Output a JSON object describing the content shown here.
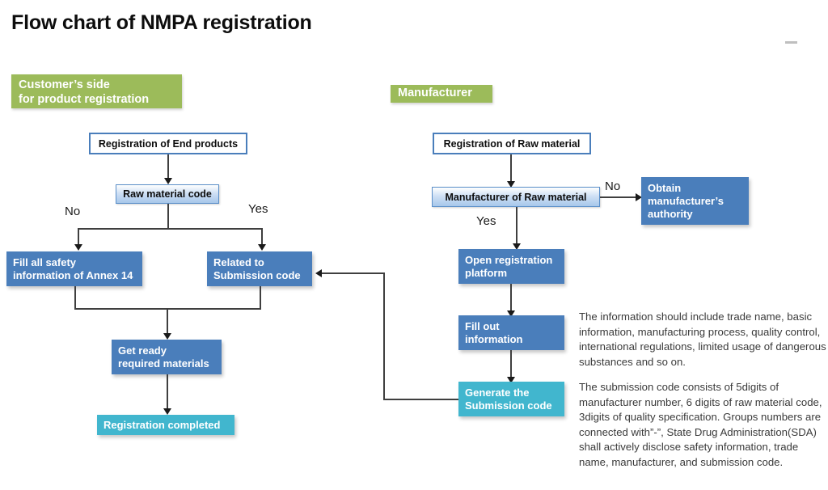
{
  "title": "Flow chart of NMPA registration",
  "colors": {
    "lane_green": "#9CBB5A",
    "node_blue": "#4A7EBB",
    "node_teal": "#41B6CE",
    "node_lightblue": "#A7C7EA",
    "outline_border": "#4A7EBB",
    "connector": "#3F3F3F"
  },
  "lanes": {
    "customer": "Customer’s side\nfor product registration",
    "manufacturer": "Manufacturer"
  },
  "left_flow": {
    "start": "Registration of End products",
    "decision": "Raw material code",
    "branch_no_label": "No",
    "branch_yes_label": "Yes",
    "no_branch": "Fill all safety\ninformation of Annex 14",
    "yes_branch": "Related to\nSubmission code",
    "merge": "Get ready\nrequired materials",
    "end": "Registration completed"
  },
  "right_flow": {
    "start": "Registration of Raw material",
    "decision": "Manufacturer of Raw material",
    "branch_no_label": "No",
    "branch_yes_label": "Yes",
    "no_branch": "Obtain\nmanufacturer’s\nauthority",
    "step_1": "Open registration\nplatform",
    "step_2": "Fill out\ninformation",
    "step_3": "Generate the\nSubmission code"
  },
  "notes": {
    "note_1": "The information should include trade name, basic information, manufacturing process, quality control, international regulations, limited usage of dangerous substances and so on.",
    "note_2": "The submission code consists of 5digits of manufacturer number, 6 digits of raw material code, 3digits of quality specification. Groups numbers are connected with”-”, State Drug Administration(SDA) shall actively disclose safety information, trade name, manufacturer, and submission code."
  },
  "chart_data": {
    "type": "flowchart",
    "nodes": [
      {
        "id": "l1",
        "label": "Registration of End products",
        "style": "outline",
        "lane": "customer"
      },
      {
        "id": "l2",
        "label": "Raw material code",
        "style": "lightblue",
        "lane": "customer"
      },
      {
        "id": "l3",
        "label": "Fill all safety information of Annex 14",
        "style": "blue",
        "lane": "customer"
      },
      {
        "id": "l4",
        "label": "Related to Submission code",
        "style": "blue",
        "lane": "customer"
      },
      {
        "id": "l5",
        "label": "Get ready required materials",
        "style": "blue",
        "lane": "customer"
      },
      {
        "id": "l6",
        "label": "Registration completed",
        "style": "teal",
        "lane": "customer"
      },
      {
        "id": "r1",
        "label": "Registration of Raw material",
        "style": "outline",
        "lane": "manufacturer"
      },
      {
        "id": "r2",
        "label": "Manufacturer of Raw material",
        "style": "lightblue",
        "lane": "manufacturer"
      },
      {
        "id": "r3",
        "label": "Obtain manufacturer’s authority",
        "style": "blue",
        "lane": "manufacturer"
      },
      {
        "id": "r4",
        "label": "Open registration platform",
        "style": "blue",
        "lane": "manufacturer"
      },
      {
        "id": "r5",
        "label": "Fill out information",
        "style": "blue",
        "lane": "manufacturer"
      },
      {
        "id": "r6",
        "label": "Generate the Submission code",
        "style": "teal",
        "lane": "manufacturer"
      }
    ],
    "edges": [
      {
        "from": "l1",
        "to": "l2",
        "label": ""
      },
      {
        "from": "l2",
        "to": "l3",
        "label": "No"
      },
      {
        "from": "l2",
        "to": "l4",
        "label": "Yes"
      },
      {
        "from": "l3",
        "to": "l5",
        "label": ""
      },
      {
        "from": "l4",
        "to": "l5",
        "label": ""
      },
      {
        "from": "l5",
        "to": "l6",
        "label": ""
      },
      {
        "from": "r1",
        "to": "r2",
        "label": ""
      },
      {
        "from": "r2",
        "to": "r3",
        "label": "No"
      },
      {
        "from": "r2",
        "to": "r4",
        "label": "Yes"
      },
      {
        "from": "r4",
        "to": "r5",
        "label": ""
      },
      {
        "from": "r5",
        "to": "r6",
        "label": ""
      },
      {
        "from": "r6",
        "to": "l4",
        "label": ""
      }
    ]
  }
}
